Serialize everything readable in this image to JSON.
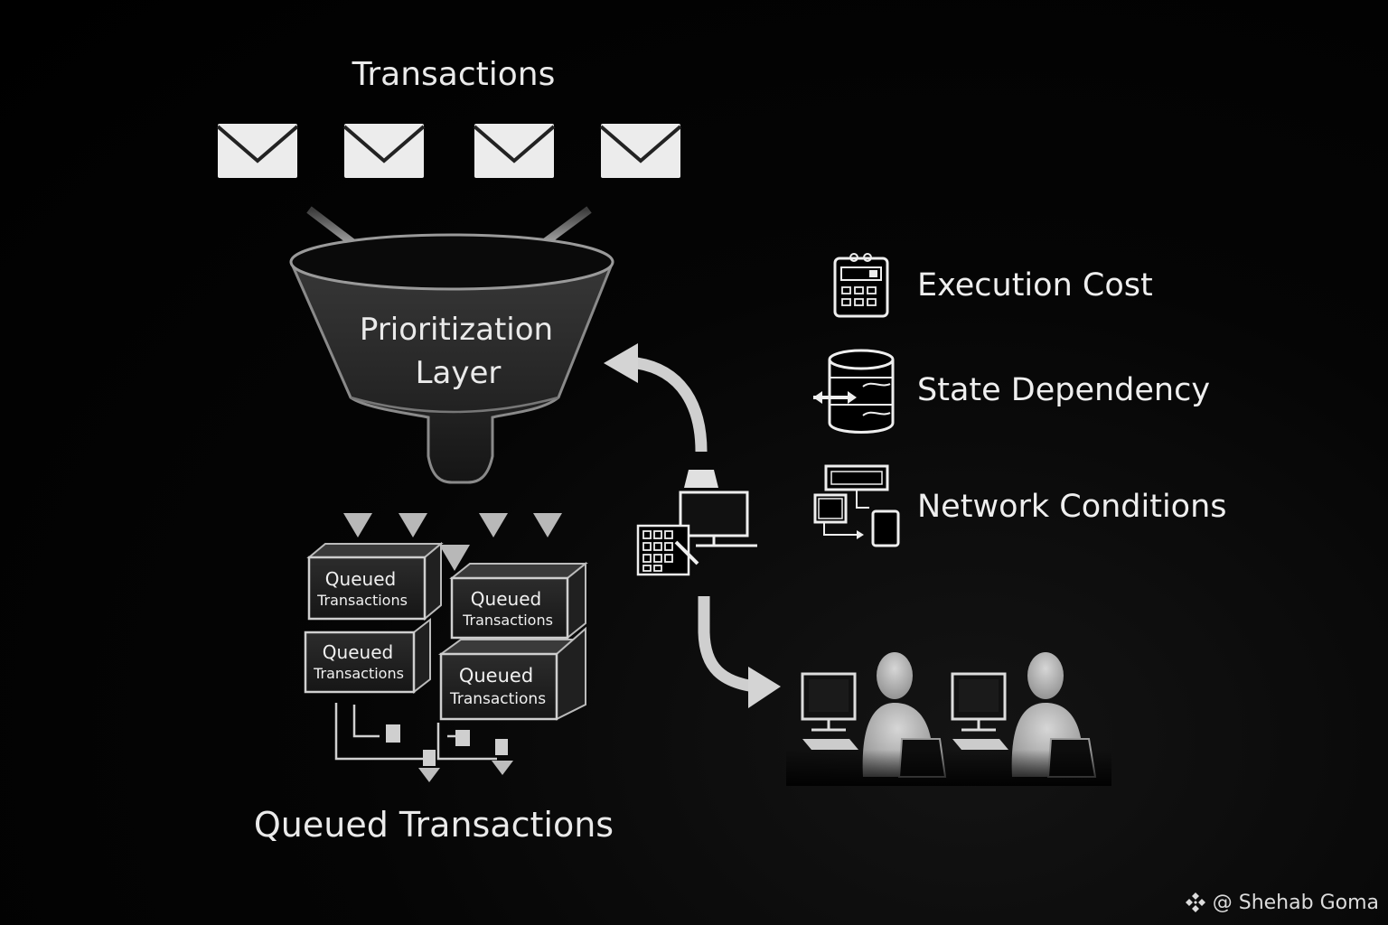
{
  "header": {
    "title": "Transactions"
  },
  "funnel": {
    "line1": "Prioritization",
    "line2": "Layer"
  },
  "queue": {
    "box_line1": "Queued",
    "box_line2": "Transactions",
    "footer": "Queued Transactions"
  },
  "factors": [
    {
      "label": "Execution Cost",
      "icon": "calculator-icon"
    },
    {
      "label": "State Dependency",
      "icon": "database-icon"
    },
    {
      "label": "Network Conditions",
      "icon": "network-devices-icon"
    }
  ],
  "credit": {
    "text": "@ Shehab Goma",
    "icon": "binance-logo-icon"
  },
  "colors": {
    "background": "#000000",
    "foreground": "#e8e8e8",
    "accent": "#9a9a9a"
  }
}
